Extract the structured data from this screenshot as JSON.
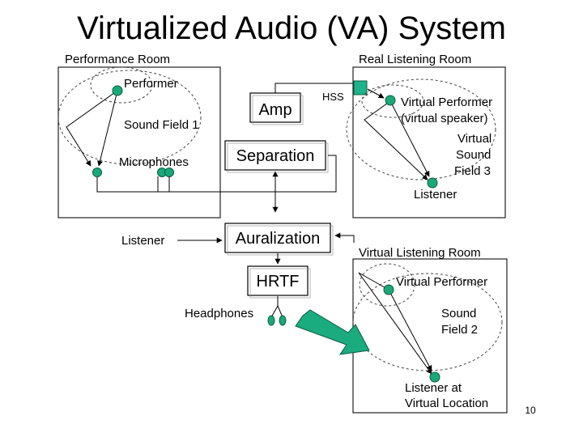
{
  "slide": {
    "title": "Virtualized Audio (VA) System",
    "page_number": "10"
  },
  "performance_room": {
    "label": "Performance Room",
    "performer": "Performer",
    "sound_field": "Sound Field 1",
    "microphones": "Microphones"
  },
  "real_room": {
    "label": "Real Listening Room",
    "hss": "HSS",
    "virtual_performer_line1": "Virtual Performer",
    "virtual_performer_line2": "(virtual speaker)",
    "sound_field_line1": "Virtual",
    "sound_field_line2": "Sound",
    "sound_field_line3": "Field 3",
    "listener": "Listener"
  },
  "blocks": {
    "amp": "Amp",
    "separation": "Separation",
    "auralization": "Auralization",
    "hrtf": "HRTF"
  },
  "listener_input": "Listener",
  "headphones": "Headphones",
  "virtual_room": {
    "label": "Virtual Listening Room",
    "virtual_performer": "Virtual Performer",
    "sound_field_line1": "Sound",
    "sound_field_line2": "Field 2",
    "listener_line1": "Listener at",
    "listener_line2": "Virtual Location"
  },
  "colors": {
    "node_fill": "#1aa879",
    "speaker_fill": "#20b28a",
    "arrow_fill": "#1aab7f"
  }
}
